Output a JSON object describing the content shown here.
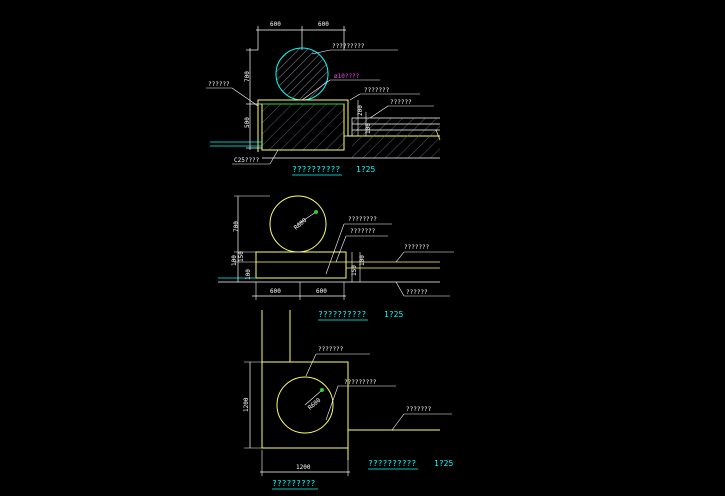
{
  "colors": {
    "background": "#000000",
    "outline_yellow": "#ffff66",
    "dimension_white": "#ffffff",
    "cyan": "#00ffff",
    "green": "#33cc33",
    "magenta": "#ff44ff"
  },
  "detail1": {
    "dim_top_left": "600",
    "dim_top_right": "600",
    "dim_vertical_upper": "700",
    "dim_vertical_lower": "500",
    "dim_step": "200",
    "dim_base": "100",
    "label_top": "?????????",
    "label_circle": "ø10????",
    "label_right_1": "???????",
    "label_right_2": "??????",
    "label_left": "??????",
    "label_bottom_left": "C25????",
    "title": "??????????",
    "scale": "1?25"
  },
  "detail2": {
    "dim_bottom_left": "600",
    "dim_bottom_right": "600",
    "dim_vertical": "700",
    "dim_left_1": "100",
    "dim_left_2": "150",
    "dim_left_3": "100",
    "dim_mid_1": "150",
    "dim_mid_2": "100",
    "circle_label": "R600",
    "label_1": "????????",
    "label_2": "???????",
    "label_3": "???????",
    "label_4": "??????",
    "title": "??????????",
    "scale": "1?25"
  },
  "detail3": {
    "dim_left": "1200",
    "dim_bottom": "1200",
    "circle_label": "R600",
    "label_1": "???????",
    "label_2": "?????????",
    "label_3": "???????",
    "title": "??????????",
    "scale": "1?25",
    "bottom_title": "?????????"
  }
}
